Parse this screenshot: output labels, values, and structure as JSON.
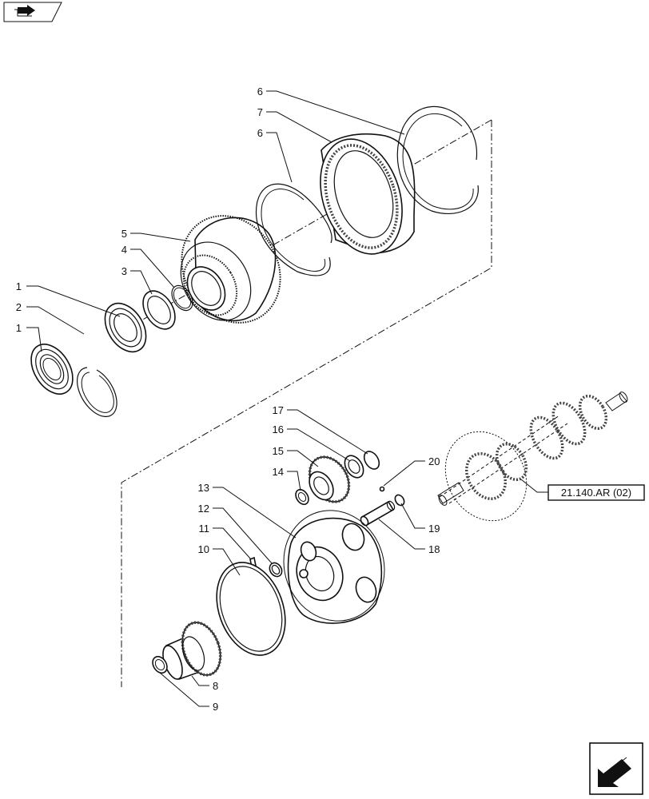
{
  "reference_box": {
    "text": "21.140.AR (02)"
  },
  "callouts": [
    {
      "part": "1"
    },
    {
      "part": "2"
    },
    {
      "part": "1"
    },
    {
      "part": "3"
    },
    {
      "part": "4"
    },
    {
      "part": "5"
    },
    {
      "part": "6"
    },
    {
      "part": "7"
    },
    {
      "part": "6"
    },
    {
      "part": "17"
    },
    {
      "part": "16"
    },
    {
      "part": "15"
    },
    {
      "part": "14"
    },
    {
      "part": "20"
    },
    {
      "part": "13"
    },
    {
      "part": "12"
    },
    {
      "part": "11"
    },
    {
      "part": "10"
    },
    {
      "part": "19"
    },
    {
      "part": "18"
    },
    {
      "part": "8"
    },
    {
      "part": "9"
    }
  ],
  "icons": {
    "top_left": "book-arrow-icon",
    "bottom_right": "navigation-arrow-icon"
  }
}
